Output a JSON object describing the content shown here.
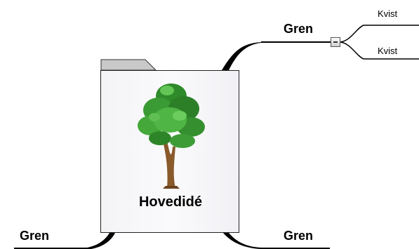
{
  "central_topic": {
    "title": "Hovedidé",
    "image": "tree-icon"
  },
  "branches": [
    {
      "label": "Gren"
    },
    {
      "label": "Gren"
    },
    {
      "label": "Gren"
    }
  ],
  "subtopics": [
    {
      "label": "Kvist"
    },
    {
      "label": "Kvist"
    }
  ],
  "collapse_button": {
    "icon": "minus-icon"
  }
}
